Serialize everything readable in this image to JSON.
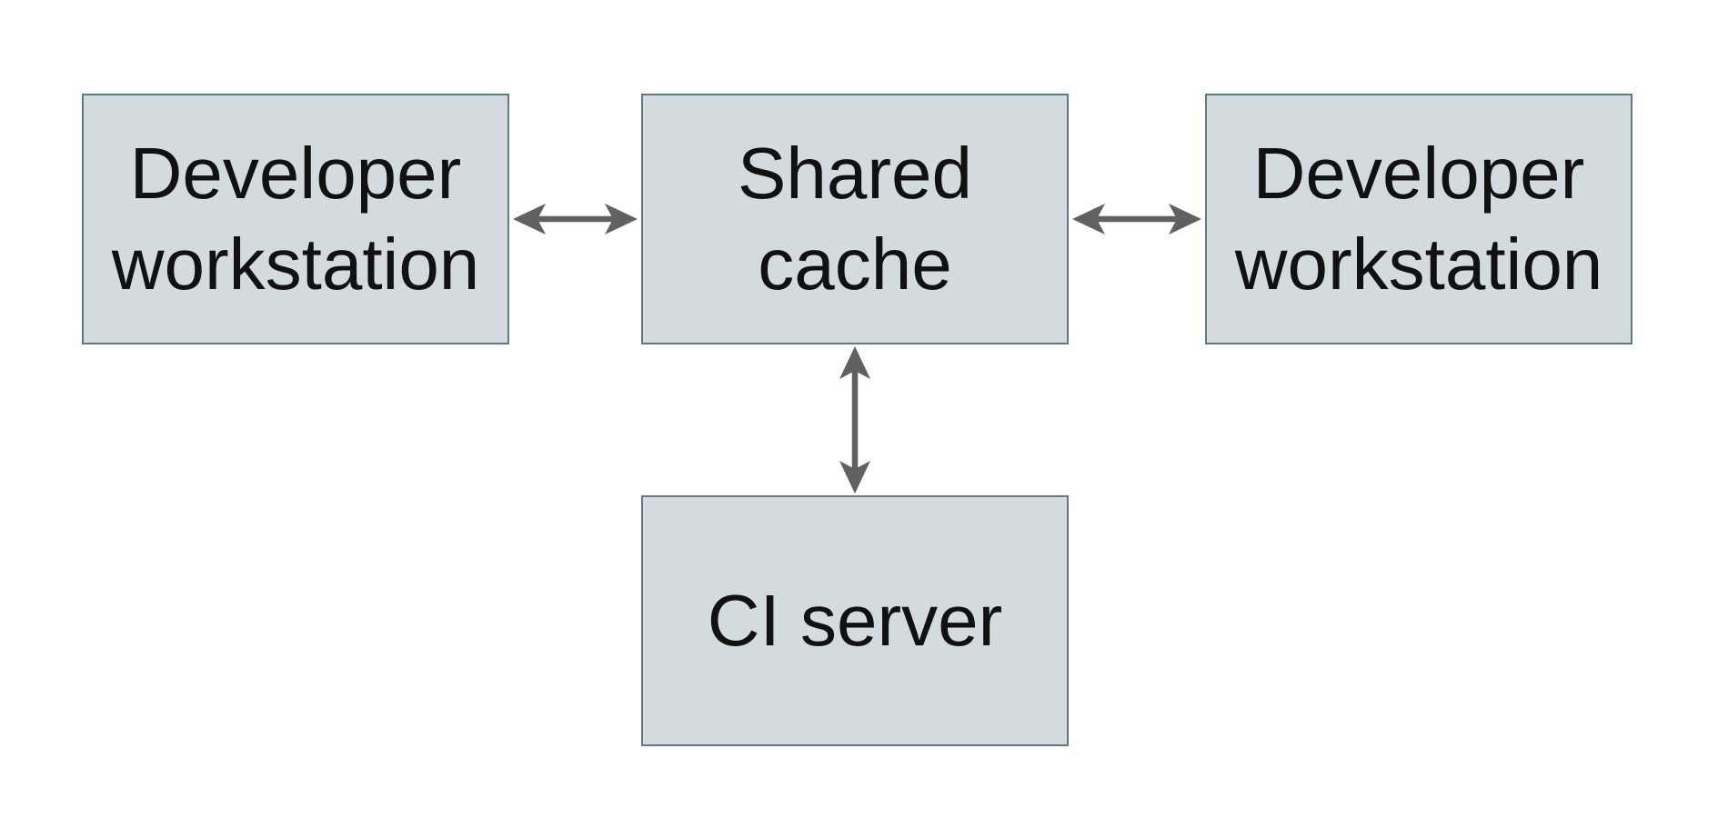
{
  "colors": {
    "background": "#ffffff",
    "box_fill": "#d3dbde",
    "box_border": "#5f7a87",
    "arrow": "#616161",
    "text": "#111111"
  },
  "diagram": {
    "type": "architecture-diagram",
    "nodes": [
      {
        "id": "developer-workstation-left",
        "label": "Developer workstation",
        "lines": [
          "Developer",
          "workstation"
        ]
      },
      {
        "id": "shared-cache",
        "label": "Shared cache",
        "lines": [
          "Shared",
          "cache"
        ]
      },
      {
        "id": "developer-workstation-right",
        "label": "Developer workstation",
        "lines": [
          "Developer",
          "workstation"
        ]
      },
      {
        "id": "ci-server",
        "label": "CI server",
        "lines": [
          "CI server"
        ]
      }
    ],
    "edges": [
      {
        "from": "developer-workstation-left",
        "to": "shared-cache",
        "direction": "bidirectional"
      },
      {
        "from": "shared-cache",
        "to": "developer-workstation-right",
        "direction": "bidirectional"
      },
      {
        "from": "shared-cache",
        "to": "ci-server",
        "direction": "bidirectional"
      }
    ]
  }
}
